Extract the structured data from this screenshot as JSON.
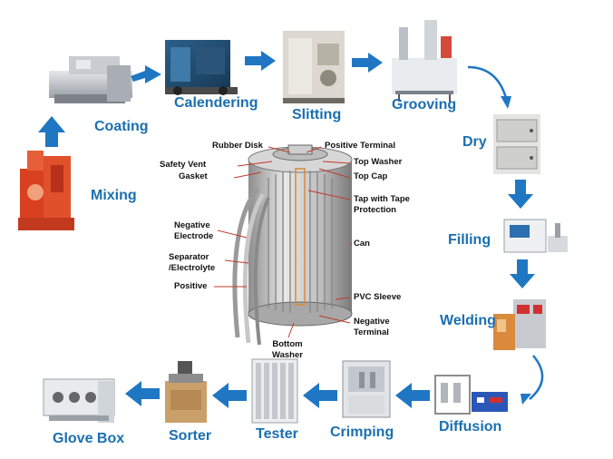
{
  "steps": {
    "mixing": "Mixing",
    "coating": "Coating",
    "calendering": "Calendering",
    "slitting": "Slitting",
    "grooving": "Grooving",
    "dry": "Dry",
    "filling": "Filling",
    "welding": "Welding",
    "diffusion": "Diffusion",
    "crimping": "Crimping",
    "tester": "Tester",
    "sorter": "Sorter",
    "glove_box": "Glove Box"
  },
  "parts": {
    "rubber_disk": "Rubber Disk",
    "safety_vent": "Safety Vent",
    "gasket": "Gasket",
    "negative_electrode_1": "Negative",
    "negative_electrode_2": "Electrode",
    "separator_1": "Separator",
    "separator_2": "/Electrolyte",
    "positive": "Positive",
    "positive_terminal": "Positive Terminal",
    "top_washer": "Top Washer",
    "top_cap": "Top Cap",
    "tap_tape_1": "Tap with Tape",
    "tap_tape_2": "Protection",
    "can": "Can",
    "pvc_sleeve": "PVC Sleeve",
    "negative_terminal_1": "Negative",
    "negative_terminal_2": "Terminal",
    "bottom_washer_1": "Bottom",
    "bottom_washer_2": "Washer"
  },
  "colors": {
    "label": "#1a6fb0",
    "arrow": "#1f77c4",
    "machine_red": "#d9401f",
    "leader": "#c0392b"
  }
}
